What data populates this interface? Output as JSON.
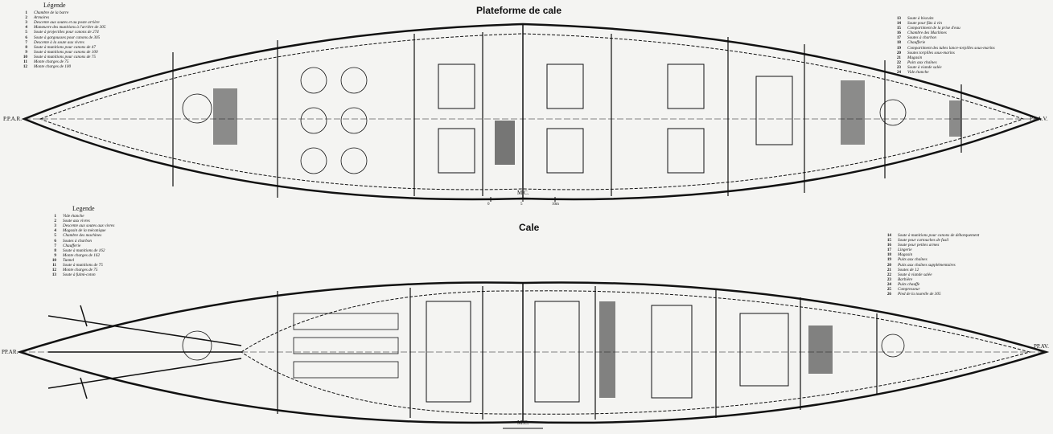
{
  "top_plan": {
    "title": "Plateforme de cale",
    "legend_left": {
      "title": "Légende",
      "items": [
        {
          "n": "1",
          "text": "Chambre de la barre"
        },
        {
          "n": "2",
          "text": "Armoires"
        },
        {
          "n": "3",
          "text": "Descente aux soutes et au poste arrière"
        },
        {
          "n": "4",
          "text": "Manœuvre des munitions à l'arrière de 305"
        },
        {
          "n": "5",
          "text": "Soute à projectiles pour canons de 274"
        },
        {
          "n": "6",
          "text": "Soute à gargousses pour canons de 305"
        },
        {
          "n": "7",
          "text": "Descente à la soute aux vivres"
        },
        {
          "n": "8",
          "text": "Soute à munitions pour canons de 47"
        },
        {
          "n": "9",
          "text": "Soute à munitions pour canons de 100"
        },
        {
          "n": "10",
          "text": "Soute à munitions pour canons de 75"
        },
        {
          "n": "11",
          "text": "Monte charges de 75"
        },
        {
          "n": "12",
          "text": "Monte charges de 100"
        }
      ]
    },
    "legend_right": {
      "items": [
        {
          "n": "13",
          "text": "Soute à biscuits"
        },
        {
          "n": "14",
          "text": "Soute pour fûts à vin"
        },
        {
          "n": "15",
          "text": "Compartiment de la prise d'eau"
        },
        {
          "n": "16",
          "text": "Chambre des Machines"
        },
        {
          "n": "17",
          "text": "Soutes à charbon"
        },
        {
          "n": "18",
          "text": "Chaufferie"
        },
        {
          "n": "19",
          "text": "Compartiment des tubes lance-torpilles sous-marins"
        },
        {
          "n": "20",
          "text": "Soutes torpilles sous-marins"
        },
        {
          "n": "21",
          "text": "Magasin"
        },
        {
          "n": "22",
          "text": "Puits aux chaînes"
        },
        {
          "n": "23",
          "text": "Soute à viande salée"
        },
        {
          "n": "24",
          "text": "Vide étanche"
        }
      ]
    },
    "stern_label": "P.P.A.R.",
    "bow_label": "P.P.A.V.",
    "midship_label": "M.C.",
    "scale_labels": [
      "0",
      "5",
      "10m"
    ]
  },
  "bottom_plan": {
    "title": "Cale",
    "legend_left": {
      "title": "Legende",
      "items": [
        {
          "n": "1",
          "text": "Vide étanche"
        },
        {
          "n": "2",
          "text": "Soute aux vivres"
        },
        {
          "n": "3",
          "text": "Descente aux soutes aux vivres"
        },
        {
          "n": "4",
          "text": "Magasin de la mécanique"
        },
        {
          "n": "5",
          "text": "Chambre des machines"
        },
        {
          "n": "6",
          "text": "Soutes à charbon"
        },
        {
          "n": "7",
          "text": "Chaufferie"
        },
        {
          "n": "8",
          "text": "Soute à munitions de 162"
        },
        {
          "n": "9",
          "text": "Monte charges de 162"
        },
        {
          "n": "10",
          "text": "Tunnel"
        },
        {
          "n": "11",
          "text": "Soute à munitions de 75"
        },
        {
          "n": "12",
          "text": "Monte charges de 75"
        },
        {
          "n": "13",
          "text": "Soute à fulmi-coton"
        }
      ]
    },
    "legend_right": {
      "items": [
        {
          "n": "14",
          "text": "Soute à munitions pour canons de débarquement"
        },
        {
          "n": "15",
          "text": "Soute pour cartouches de fusil"
        },
        {
          "n": "16",
          "text": "Soute pour petites armes"
        },
        {
          "n": "17",
          "text": "Lingerie"
        },
        {
          "n": "18",
          "text": "Magasin"
        },
        {
          "n": "19",
          "text": "Puits aux chaînes"
        },
        {
          "n": "20",
          "text": "Puits aux chaînes supplémentaires"
        },
        {
          "n": "21",
          "text": "Soutes de 12"
        },
        {
          "n": "22",
          "text": "Soute à viande salée"
        },
        {
          "n": "23",
          "text": "Barbière"
        },
        {
          "n": "24",
          "text": "Puits chauffe"
        },
        {
          "n": "25",
          "text": "Compresseur"
        },
        {
          "n": "26",
          "text": "Pied de la tourelle de 305"
        }
      ]
    },
    "stern_label": "PP.AR.",
    "bow_label": "PP.AV.",
    "midship_label": "M.C."
  }
}
